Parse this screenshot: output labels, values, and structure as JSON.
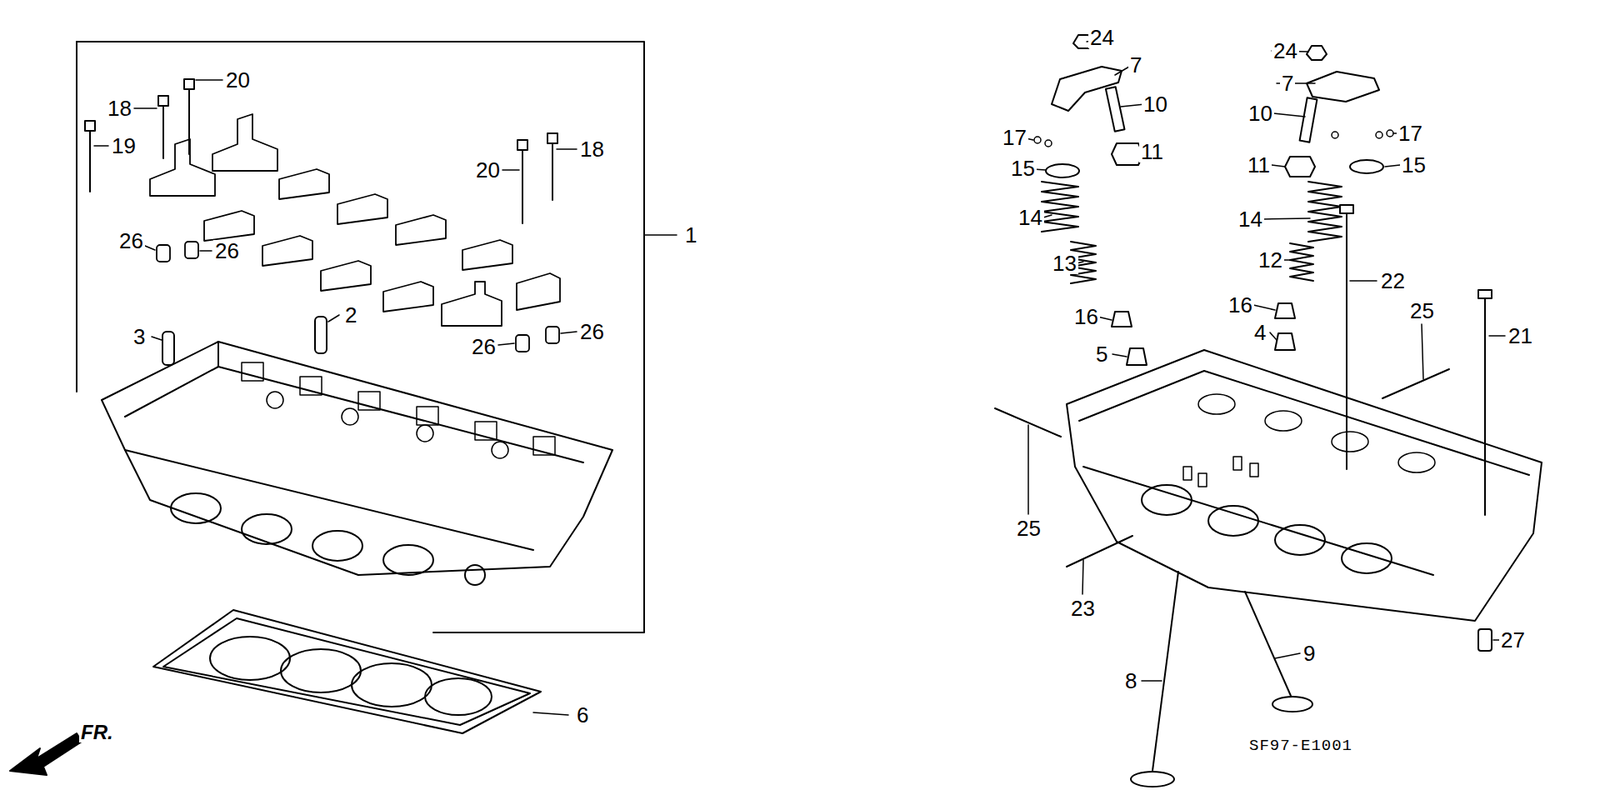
{
  "diagram": {
    "labels": [
      "20",
      "18",
      "19",
      "20",
      "18",
      "1",
      "26",
      "26",
      "2",
      "3",
      "26",
      "26",
      "6",
      "FR.",
      "24",
      "24",
      "7",
      "7",
      "10",
      "10",
      "17",
      "17",
      "11",
      "11",
      "15",
      "15",
      "14",
      "14",
      "13",
      "12",
      "22",
      "16",
      "16",
      "25",
      "4",
      "21",
      "5",
      "25",
      "23",
      "27",
      "9",
      "8",
      "SF97-E1001"
    ]
  }
}
